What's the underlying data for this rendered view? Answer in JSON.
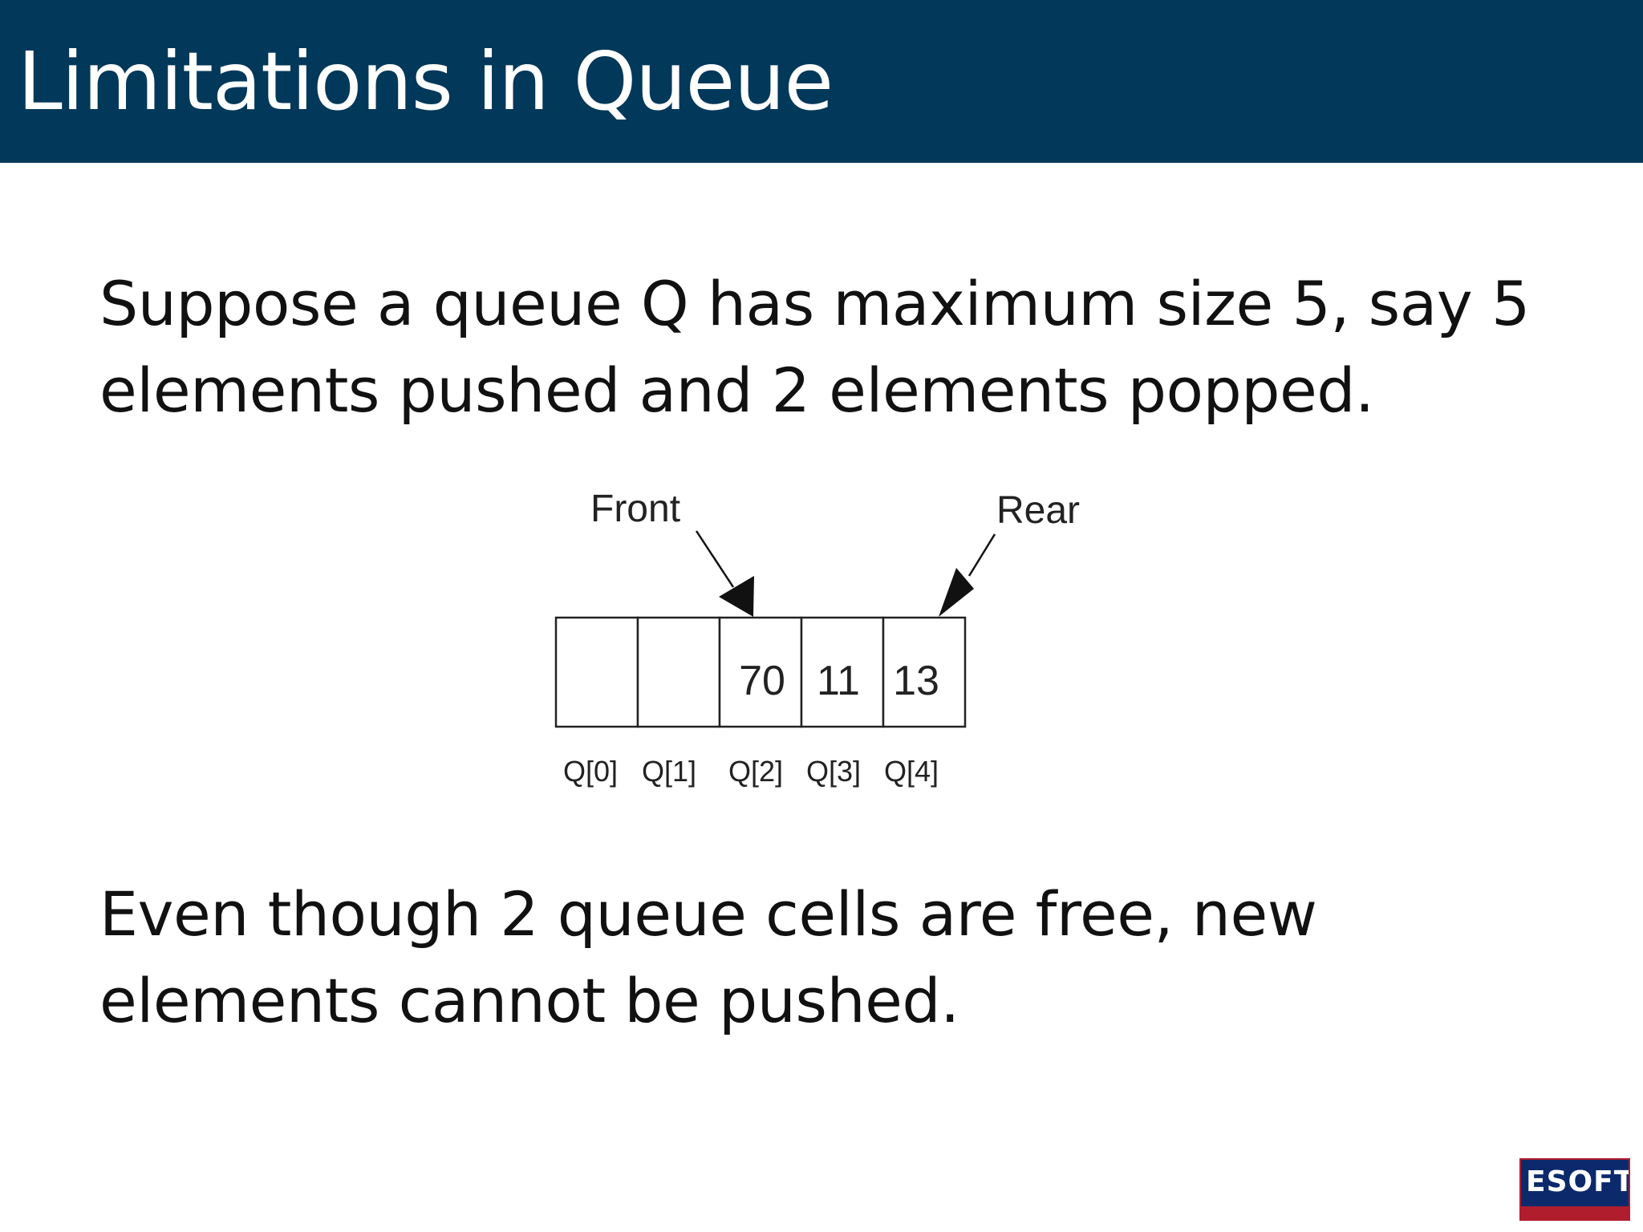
{
  "slide": {
    "title": "Limitations in Queue",
    "paragraph_1_line_1": "Suppose a queue Q has maximum size 5, say 5",
    "paragraph_1_line_2": "elements pushed and 2 elements popped.",
    "paragraph_2_line_1": "Even though 2 queue cells are free, new",
    "paragraph_2_line_2": "elements cannot be pushed."
  },
  "diagram": {
    "front_label": "Front",
    "rear_label": "Rear",
    "cells": [
      {
        "index_label": "Q[0]",
        "value": ""
      },
      {
        "index_label": "Q[1]",
        "value": ""
      },
      {
        "index_label": "Q[2]",
        "value": "70"
      },
      {
        "index_label": "Q[3]",
        "value": "11"
      },
      {
        "index_label": "Q[4]",
        "value": "13"
      }
    ]
  },
  "logo": {
    "text": "ESOFT"
  },
  "colors": {
    "title_bar": "#023859",
    "title_text": "#ffffff",
    "body_text": "#111111",
    "logo_blue": "#0c2a6b",
    "logo_red": "#b01e2e"
  }
}
